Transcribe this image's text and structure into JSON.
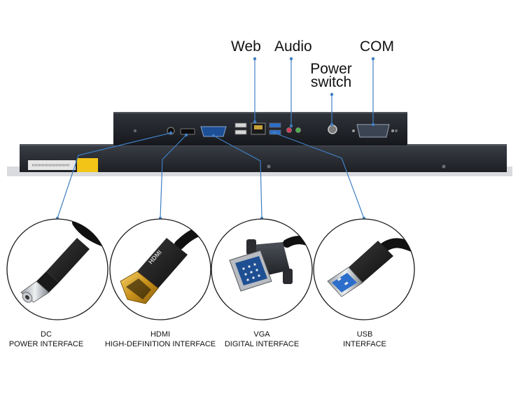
{
  "labels": {
    "web": "Web",
    "audio": "Audio",
    "power_switch_line1": "Power",
    "power_switch_line2": "switch",
    "com": "COM"
  },
  "product_panel": {
    "sticker_text": "",
    "colors": {
      "chassis": "#2a2d33",
      "chassis_dark": "#1a1c20",
      "sticker": "#f2c418",
      "leader_line": "#3f7fc4"
    }
  },
  "connectors": [
    {
      "id": "dc",
      "line1": "DC",
      "line2": "POWER INTERFACE",
      "icon": "dc-power-plug-icon"
    },
    {
      "id": "hdmi",
      "line1": "HDMI",
      "line2": "HIGH-DEFINITION INTERFACE",
      "icon": "hdmi-plug-icon"
    },
    {
      "id": "vga",
      "line1": "VGA",
      "line2": "DIGITAL INTERFACE",
      "icon": "vga-plug-icon"
    },
    {
      "id": "usb",
      "line1": "USB",
      "line2": "INTERFACE",
      "icon": "usb-plug-icon"
    }
  ]
}
